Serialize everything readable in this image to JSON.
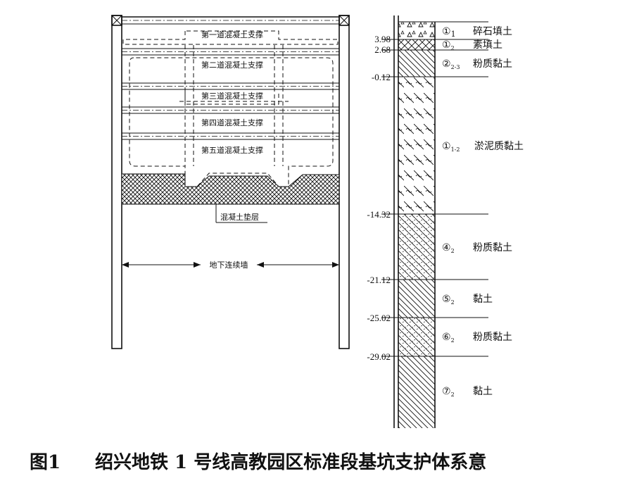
{
  "section": {
    "struts": [
      "第一道混凝土支撑",
      "第二道混凝土支撑",
      "第三道混凝土支撑",
      "第四道混凝土支撑",
      "第五道混凝土支撑"
    ],
    "cushion_label": "混凝土垫层",
    "wall_label": "地下连续墙"
  },
  "soil_column": {
    "elevations": [
      "3.98",
      "2.68",
      "-0.12",
      "-14.32",
      "-21.12",
      "-25.02",
      "-29.02"
    ],
    "layers": [
      {
        "id": "①",
        "sub": "1",
        "name": "碎石填土",
        "hatch": "gravel"
      },
      {
        "id": "①",
        "sub": "2",
        "name": "素填土",
        "hatch": "cross"
      },
      {
        "id": "②",
        "sub": "2-3",
        "name": "粉质黏土",
        "hatch": "diag"
      },
      {
        "id": "①",
        "sub": "1-2",
        "name": "淤泥质黏土",
        "hatch": "silt"
      },
      {
        "id": "④",
        "sub": "2",
        "name": "粉质黏土",
        "hatch": "diag-dash"
      },
      {
        "id": "⑤",
        "sub": "2",
        "name": "黏土",
        "hatch": "diag"
      },
      {
        "id": "⑥",
        "sub": "2",
        "name": "粉质黏土",
        "hatch": "diag-dash"
      },
      {
        "id": "⑦",
        "sub": "2",
        "name": "黏土",
        "hatch": "diag"
      }
    ]
  },
  "caption": {
    "number": "图1",
    "text": "绍兴地铁 1 号线高教园区标准段基坑支护体系意"
  }
}
